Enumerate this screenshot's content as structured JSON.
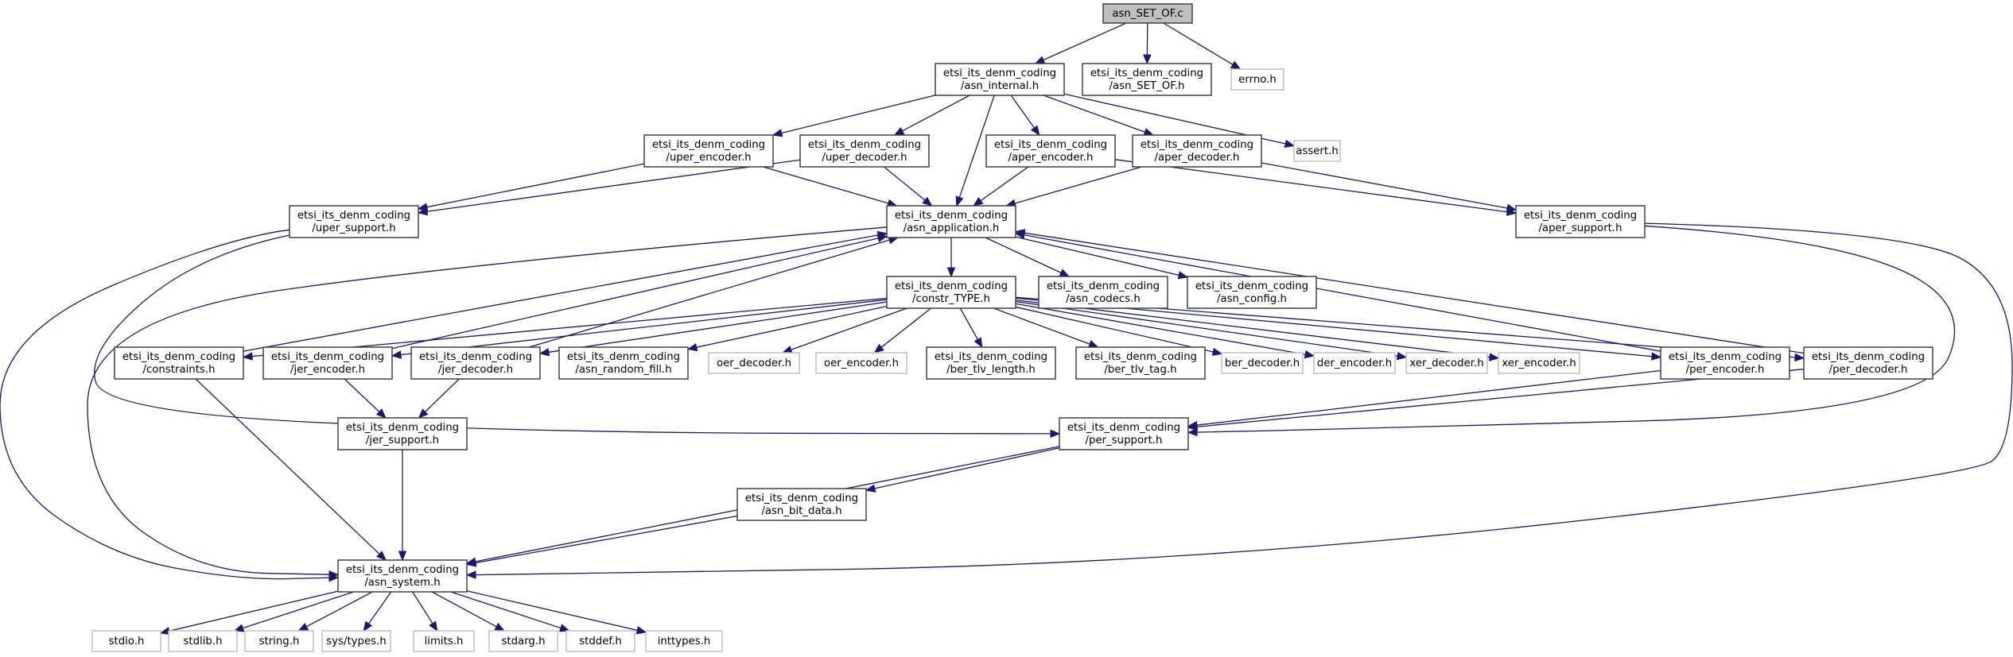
{
  "graph": {
    "title": "asn_SET_OF.c include dependency graph",
    "colors": {
      "edge": "#191970",
      "root_fill": "#bfbfbf",
      "root_stroke": "#404040",
      "node_fill": "#ffffff",
      "node_stroke": "#404040",
      "external_stroke": "#bfbfbf"
    },
    "nodes": [
      {
        "id": "root",
        "lines": [
          "asn_SET_OF.c"
        ],
        "kind": "root"
      },
      {
        "id": "asn_internal",
        "lines": [
          "etsi_its_denm_coding",
          "/asn_internal.h"
        ],
        "kind": "internal"
      },
      {
        "id": "asn_SET_OF_h",
        "lines": [
          "etsi_its_denm_coding",
          "/asn_SET_OF.h"
        ],
        "kind": "internal"
      },
      {
        "id": "errno",
        "lines": [
          "errno.h"
        ],
        "kind": "external"
      },
      {
        "id": "uper_encoder",
        "lines": [
          "etsi_its_denm_coding",
          "/uper_encoder.h"
        ],
        "kind": "internal"
      },
      {
        "id": "uper_decoder",
        "lines": [
          "etsi_its_denm_coding",
          "/uper_decoder.h"
        ],
        "kind": "internal"
      },
      {
        "id": "aper_encoder",
        "lines": [
          "etsi_its_denm_coding",
          "/aper_encoder.h"
        ],
        "kind": "internal"
      },
      {
        "id": "aper_decoder",
        "lines": [
          "etsi_its_denm_coding",
          "/aper_decoder.h"
        ],
        "kind": "internal"
      },
      {
        "id": "assert",
        "lines": [
          "assert.h"
        ],
        "kind": "external"
      },
      {
        "id": "uper_support",
        "lines": [
          "etsi_its_denm_coding",
          "/uper_support.h"
        ],
        "kind": "internal"
      },
      {
        "id": "asn_application",
        "lines": [
          "etsi_its_denm_coding",
          "/asn_application.h"
        ],
        "kind": "internal"
      },
      {
        "id": "aper_support",
        "lines": [
          "etsi_its_denm_coding",
          "/aper_support.h"
        ],
        "kind": "internal"
      },
      {
        "id": "constr_TYPE",
        "lines": [
          "etsi_its_denm_coding",
          "/constr_TYPE.h"
        ],
        "kind": "internal"
      },
      {
        "id": "asn_codecs",
        "lines": [
          "etsi_its_denm_coding",
          "/asn_codecs.h"
        ],
        "kind": "internal"
      },
      {
        "id": "asn_config",
        "lines": [
          "etsi_its_denm_coding",
          "/asn_config.h"
        ],
        "kind": "internal"
      },
      {
        "id": "constraints",
        "lines": [
          "etsi_its_denm_coding",
          "/constraints.h"
        ],
        "kind": "internal"
      },
      {
        "id": "jer_encoder",
        "lines": [
          "etsi_its_denm_coding",
          "/jer_encoder.h"
        ],
        "kind": "internal"
      },
      {
        "id": "jer_decoder",
        "lines": [
          "etsi_its_denm_coding",
          "/jer_decoder.h"
        ],
        "kind": "internal"
      },
      {
        "id": "asn_random_fill",
        "lines": [
          "etsi_its_denm_coding",
          "/asn_random_fill.h"
        ],
        "kind": "internal"
      },
      {
        "id": "oer_decoder",
        "lines": [
          "oer_decoder.h"
        ],
        "kind": "external"
      },
      {
        "id": "oer_encoder",
        "lines": [
          "oer_encoder.h"
        ],
        "kind": "external"
      },
      {
        "id": "ber_tlv_length",
        "lines": [
          "etsi_its_denm_coding",
          "/ber_tlv_length.h"
        ],
        "kind": "internal"
      },
      {
        "id": "ber_tlv_tag",
        "lines": [
          "etsi_its_denm_coding",
          "/ber_tlv_tag.h"
        ],
        "kind": "internal"
      },
      {
        "id": "ber_decoder",
        "lines": [
          "ber_decoder.h"
        ],
        "kind": "external"
      },
      {
        "id": "der_encoder",
        "lines": [
          "der_encoder.h"
        ],
        "kind": "external"
      },
      {
        "id": "xer_decoder",
        "lines": [
          "xer_decoder.h"
        ],
        "kind": "external"
      },
      {
        "id": "xer_encoder",
        "lines": [
          "xer_encoder.h"
        ],
        "kind": "external"
      },
      {
        "id": "per_encoder",
        "lines": [
          "etsi_its_denm_coding",
          "/per_encoder.h"
        ],
        "kind": "internal"
      },
      {
        "id": "per_decoder",
        "lines": [
          "etsi_its_denm_coding",
          "/per_decoder.h"
        ],
        "kind": "internal"
      },
      {
        "id": "jer_support",
        "lines": [
          "etsi_its_denm_coding",
          "/jer_support.h"
        ],
        "kind": "internal"
      },
      {
        "id": "per_support",
        "lines": [
          "etsi_its_denm_coding",
          "/per_support.h"
        ],
        "kind": "internal"
      },
      {
        "id": "asn_bit_data",
        "lines": [
          "etsi_its_denm_coding",
          "/asn_bit_data.h"
        ],
        "kind": "internal"
      },
      {
        "id": "asn_system",
        "lines": [
          "etsi_its_denm_coding",
          "/asn_system.h"
        ],
        "kind": "internal"
      },
      {
        "id": "stdio",
        "lines": [
          "stdio.h"
        ],
        "kind": "external"
      },
      {
        "id": "stdlib",
        "lines": [
          "stdlib.h"
        ],
        "kind": "external"
      },
      {
        "id": "string",
        "lines": [
          "string.h"
        ],
        "kind": "external"
      },
      {
        "id": "sys_types",
        "lines": [
          "sys/types.h"
        ],
        "kind": "external"
      },
      {
        "id": "limits",
        "lines": [
          "limits.h"
        ],
        "kind": "external"
      },
      {
        "id": "stdarg",
        "lines": [
          "stdarg.h"
        ],
        "kind": "external"
      },
      {
        "id": "stddef",
        "lines": [
          "stddef.h"
        ],
        "kind": "external"
      },
      {
        "id": "inttypes",
        "lines": [
          "inttypes.h"
        ],
        "kind": "external"
      }
    ],
    "edges": [
      [
        "root",
        "asn_internal"
      ],
      [
        "root",
        "asn_SET_OF_h"
      ],
      [
        "root",
        "errno"
      ],
      [
        "asn_internal",
        "uper_encoder"
      ],
      [
        "asn_internal",
        "uper_decoder"
      ],
      [
        "asn_internal",
        "asn_application"
      ],
      [
        "asn_internal",
        "aper_encoder"
      ],
      [
        "asn_internal",
        "aper_decoder"
      ],
      [
        "asn_internal",
        "assert"
      ],
      [
        "uper_encoder",
        "uper_support"
      ],
      [
        "uper_encoder",
        "asn_application"
      ],
      [
        "uper_decoder",
        "uper_support"
      ],
      [
        "uper_decoder",
        "asn_application"
      ],
      [
        "aper_encoder",
        "asn_application"
      ],
      [
        "aper_encoder",
        "aper_support"
      ],
      [
        "aper_decoder",
        "asn_application"
      ],
      [
        "aper_decoder",
        "aper_support"
      ],
      [
        "uper_support",
        "asn_system"
      ],
      [
        "uper_support",
        "per_support"
      ],
      [
        "aper_support",
        "per_support"
      ],
      [
        "aper_support",
        "asn_system"
      ],
      [
        "asn_application",
        "asn_system"
      ],
      [
        "asn_application",
        "constr_TYPE"
      ],
      [
        "asn_application",
        "asn_codecs"
      ],
      [
        "asn_application",
        "asn_config"
      ],
      [
        "constr_TYPE",
        "constraints"
      ],
      [
        "constr_TYPE",
        "jer_encoder"
      ],
      [
        "constr_TYPE",
        "jer_decoder"
      ],
      [
        "constr_TYPE",
        "asn_random_fill"
      ],
      [
        "constr_TYPE",
        "oer_decoder"
      ],
      [
        "constr_TYPE",
        "oer_encoder"
      ],
      [
        "constr_TYPE",
        "ber_tlv_length"
      ],
      [
        "constr_TYPE",
        "ber_tlv_tag"
      ],
      [
        "constr_TYPE",
        "ber_decoder"
      ],
      [
        "constr_TYPE",
        "der_encoder"
      ],
      [
        "constr_TYPE",
        "xer_decoder"
      ],
      [
        "constr_TYPE",
        "xer_encoder"
      ],
      [
        "constr_TYPE",
        "per_encoder"
      ],
      [
        "constr_TYPE",
        "per_decoder"
      ],
      [
        "constraints",
        "asn_application"
      ],
      [
        "constraints",
        "asn_system"
      ],
      [
        "jer_encoder",
        "asn_application"
      ],
      [
        "jer_encoder",
        "jer_support"
      ],
      [
        "jer_decoder",
        "asn_application"
      ],
      [
        "jer_decoder",
        "jer_support"
      ],
      [
        "per_encoder",
        "asn_application"
      ],
      [
        "per_encoder",
        "per_support"
      ],
      [
        "per_decoder",
        "asn_application"
      ],
      [
        "per_decoder",
        "per_support"
      ],
      [
        "jer_support",
        "asn_system"
      ],
      [
        "per_support",
        "asn_bit_data"
      ],
      [
        "per_support",
        "asn_system"
      ],
      [
        "asn_bit_data",
        "asn_system"
      ],
      [
        "asn_system",
        "stdio"
      ],
      [
        "asn_system",
        "stdlib"
      ],
      [
        "asn_system",
        "string"
      ],
      [
        "asn_system",
        "sys_types"
      ],
      [
        "asn_system",
        "limits"
      ],
      [
        "asn_system",
        "stdarg"
      ],
      [
        "asn_system",
        "stddef"
      ],
      [
        "asn_system",
        "inttypes"
      ]
    ]
  }
}
